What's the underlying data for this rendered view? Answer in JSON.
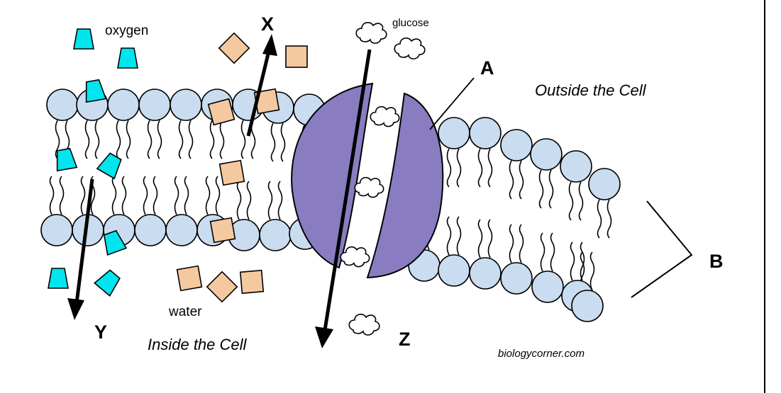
{
  "labels": {
    "oxygen": "oxygen",
    "glucose": "glucose",
    "water": "water",
    "outside": "Outside the Cell",
    "inside": "Inside the Cell",
    "credit": "biologycorner.com",
    "x": "X",
    "y": "Y",
    "z": "Z",
    "a": "A",
    "b": "B"
  },
  "colors": {
    "phospholipid_head": "#c9dcf0",
    "oxygen": "#00e5ee",
    "water": "#f5c9a0",
    "channel_protein": "#8a7cc0",
    "glucose": "#ffffff",
    "outline": "#000000"
  }
}
